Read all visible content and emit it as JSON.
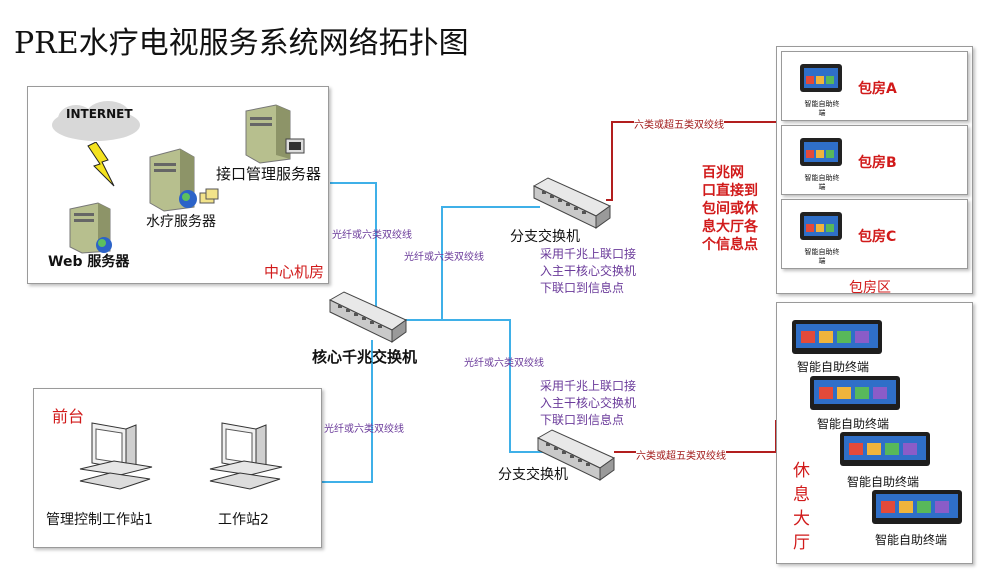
{
  "title": "PRE水疗电视服务系统网络拓扑图",
  "colors": {
    "blue_link": "#3fb0e8",
    "red_link": "#b21e1e",
    "label_red": "#d11a1a",
    "label_purple": "#6a3a9a"
  },
  "center_room": {
    "label": "中心机房",
    "internet": "INTERNET",
    "web_server": "Web 服务器",
    "spa_server": "水疗服务器",
    "interface_server": "接口管理服务器"
  },
  "front_desk": {
    "label": "前台",
    "workstation1": "管理控制工作站1",
    "workstation2": "工作站2"
  },
  "core_switch": "核心千兆交换机",
  "branch_switch_top": {
    "label": "分支交换机",
    "note": [
      "采用千兆上联口接",
      "入主干核心交换机",
      "下联口到信息点"
    ]
  },
  "branch_switch_bottom": {
    "label": "分支交换机",
    "note": [
      "采用千兆上联口接",
      "入主干核心交换机",
      "下联口到信息点"
    ]
  },
  "link_labels": {
    "fiber_cat6_1": "光纤或六类双绞线",
    "fiber_cat6_2": "光纤或六类双绞线",
    "fiber_cat6_3": "光纤或六类双绞线",
    "fiber_cat6_4": "光纤或六类双绞线",
    "cat6_cat5e_top": "六类或超五类双绞线",
    "cat6_cat5e_bottom": "六类或超五类双绞线"
  },
  "room_zone": {
    "label": "包房区",
    "rooms": [
      {
        "name": "包房A",
        "terminal": "智能自助终端"
      },
      {
        "name": "包房B",
        "terminal": "智能自助终端"
      },
      {
        "name": "包房C",
        "terminal": "智能自助终端"
      }
    ]
  },
  "megabit_note": [
    "百兆网",
    "口直接到",
    "包间或休",
    "息大厅各",
    "个信息点"
  ],
  "lounge": {
    "label_chars": [
      "休",
      "息",
      "大",
      "厅"
    ],
    "terminals": [
      "智能自助终端",
      "智能自助终端",
      "智能自助终端",
      "智能自助终端"
    ]
  }
}
